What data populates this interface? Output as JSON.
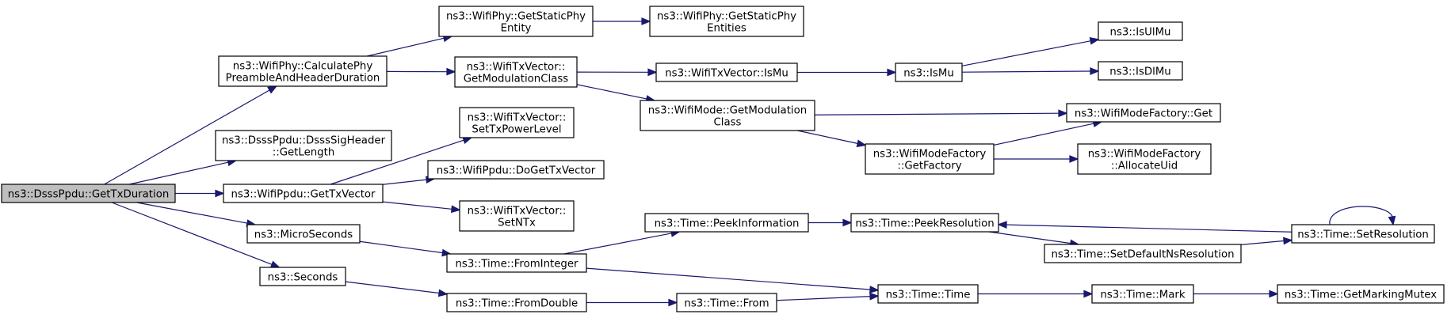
{
  "graph": {
    "nodes": [
      {
        "id": "root",
        "lines": [
          "ns3::DsssPpdu::GetTxDuration"
        ],
        "highlight": true
      },
      {
        "id": "calcPhy",
        "lines": [
          "ns3::WifiPhy::CalculatePhy",
          "PreambleAndHeaderDuration"
        ]
      },
      {
        "id": "sigLen",
        "lines": [
          "ns3::DsssPpdu::DsssSigHeader",
          "::GetLength"
        ]
      },
      {
        "id": "ppduTx",
        "lines": [
          "ns3::WifiPpdu::GetTxVector"
        ]
      },
      {
        "id": "micro",
        "lines": [
          "ns3::MicroSeconds"
        ]
      },
      {
        "id": "seconds",
        "lines": [
          "ns3::Seconds"
        ]
      },
      {
        "id": "staticPhyEntity",
        "lines": [
          "ns3::WifiPhy::GetStaticPhy",
          "Entity"
        ]
      },
      {
        "id": "staticPhyEntities",
        "lines": [
          "ns3::WifiPhy::GetStaticPhy",
          "Entities"
        ]
      },
      {
        "id": "getModClass",
        "lines": [
          "ns3::WifiTxVector::",
          "GetModulationClass"
        ]
      },
      {
        "id": "txIsMu",
        "lines": [
          "ns3::WifiTxVector::IsMu"
        ]
      },
      {
        "id": "isMu",
        "lines": [
          "ns3::IsMu"
        ]
      },
      {
        "id": "isUlMu",
        "lines": [
          "ns3::IsUlMu"
        ]
      },
      {
        "id": "isDlMu",
        "lines": [
          "ns3::IsDlMu"
        ]
      },
      {
        "id": "modeModClass",
        "lines": [
          "ns3::WifiMode::GetModulation",
          "Class"
        ]
      },
      {
        "id": "factoryGet",
        "lines": [
          "ns3::WifiModeFactory::Get"
        ]
      },
      {
        "id": "getFactory",
        "lines": [
          "ns3::WifiModeFactory",
          "::GetFactory"
        ]
      },
      {
        "id": "allocUid",
        "lines": [
          "ns3::WifiModeFactory",
          "::AllocateUid"
        ]
      },
      {
        "id": "setTxPower",
        "lines": [
          "ns3::WifiTxVector::",
          "SetTxPowerLevel"
        ]
      },
      {
        "id": "doGetTx",
        "lines": [
          "ns3::WifiPpdu::DoGetTxVector"
        ]
      },
      {
        "id": "setNTx",
        "lines": [
          "ns3::WifiTxVector::",
          "SetNTx"
        ]
      },
      {
        "id": "fromInteger",
        "lines": [
          "ns3::Time::FromInteger"
        ]
      },
      {
        "id": "fromDouble",
        "lines": [
          "ns3::Time::FromDouble"
        ]
      },
      {
        "id": "peekInfo",
        "lines": [
          "ns3::Time::PeekInformation"
        ]
      },
      {
        "id": "peekRes",
        "lines": [
          "ns3::Time::PeekResolution"
        ]
      },
      {
        "id": "setDefaultNs",
        "lines": [
          "ns3::Time::SetDefaultNsResolution"
        ]
      },
      {
        "id": "setRes",
        "lines": [
          "ns3::Time::SetResolution"
        ]
      },
      {
        "id": "from",
        "lines": [
          "ns3::Time::From"
        ]
      },
      {
        "id": "time",
        "lines": [
          "ns3::Time::Time"
        ]
      },
      {
        "id": "mark",
        "lines": [
          "ns3::Time::Mark"
        ]
      },
      {
        "id": "markMutex",
        "lines": [
          "ns3::Time::GetMarkingMutex"
        ]
      }
    ],
    "edges": [
      [
        "root",
        "calcPhy"
      ],
      [
        "root",
        "sigLen"
      ],
      [
        "root",
        "ppduTx"
      ],
      [
        "root",
        "micro"
      ],
      [
        "root",
        "seconds"
      ],
      [
        "calcPhy",
        "staticPhyEntity"
      ],
      [
        "calcPhy",
        "getModClass"
      ],
      [
        "staticPhyEntity",
        "staticPhyEntities"
      ],
      [
        "getModClass",
        "txIsMu"
      ],
      [
        "getModClass",
        "modeModClass"
      ],
      [
        "txIsMu",
        "isMu"
      ],
      [
        "isMu",
        "isUlMu"
      ],
      [
        "isMu",
        "isDlMu"
      ],
      [
        "modeModClass",
        "factoryGet"
      ],
      [
        "modeModClass",
        "getFactory"
      ],
      [
        "getFactory",
        "factoryGet"
      ],
      [
        "getFactory",
        "allocUid"
      ],
      [
        "ppduTx",
        "setTxPower"
      ],
      [
        "ppduTx",
        "doGetTx"
      ],
      [
        "ppduTx",
        "setNTx"
      ],
      [
        "micro",
        "fromInteger"
      ],
      [
        "seconds",
        "fromDouble"
      ],
      [
        "fromInteger",
        "peekInfo"
      ],
      [
        "fromInteger",
        "time"
      ],
      [
        "peekInfo",
        "peekRes"
      ],
      [
        "peekRes",
        "setDefaultNs"
      ],
      [
        "setDefaultNs",
        "setRes"
      ],
      [
        "setRes",
        "peekRes"
      ],
      [
        "setRes",
        "setRes"
      ],
      [
        "fromDouble",
        "from"
      ],
      [
        "from",
        "time"
      ],
      [
        "time",
        "mark"
      ],
      [
        "mark",
        "markMutex"
      ]
    ]
  }
}
